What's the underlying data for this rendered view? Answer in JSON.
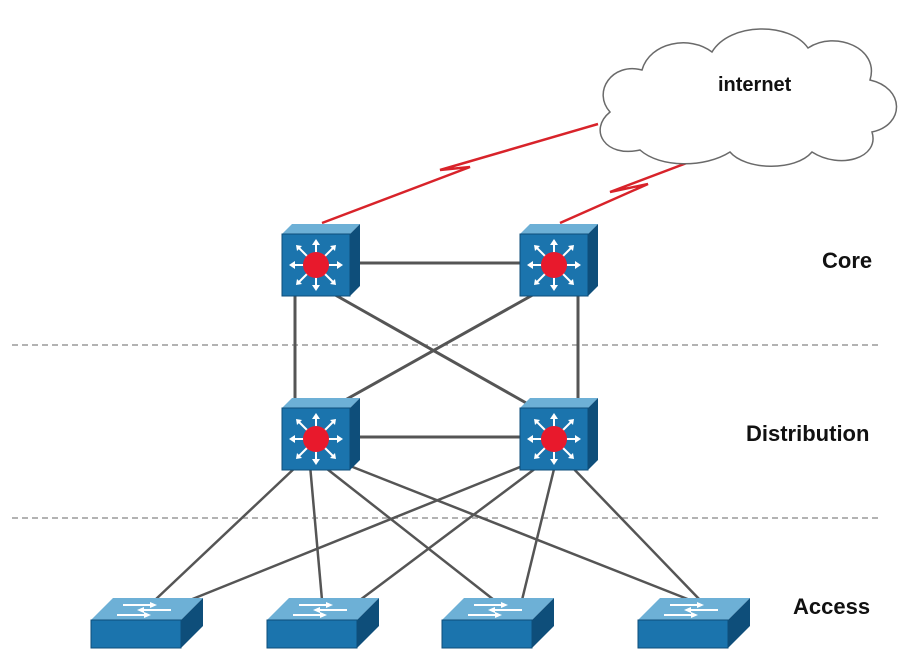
{
  "diagram": {
    "cloud": {
      "label": "internet",
      "icon": "cloud-icon"
    },
    "layers": {
      "core": "Core",
      "distribution": "Distribution",
      "access": "Access"
    },
    "devices": {
      "core": [
        "multilayer-switch-icon",
        "multilayer-switch-icon"
      ],
      "distribution": [
        "multilayer-switch-icon",
        "multilayer-switch-icon"
      ],
      "access": [
        "workgroup-switch-icon",
        "workgroup-switch-icon",
        "workgroup-switch-icon",
        "workgroup-switch-icon"
      ]
    },
    "colors": {
      "device_front": "#1b74ad",
      "device_top": "#6db0d6",
      "device_side": "#0e4e7a",
      "core_dot": "#e8192c",
      "wan_link": "#d8232a",
      "lan_link": "#555555",
      "divider": "#9a9a9a"
    }
  }
}
